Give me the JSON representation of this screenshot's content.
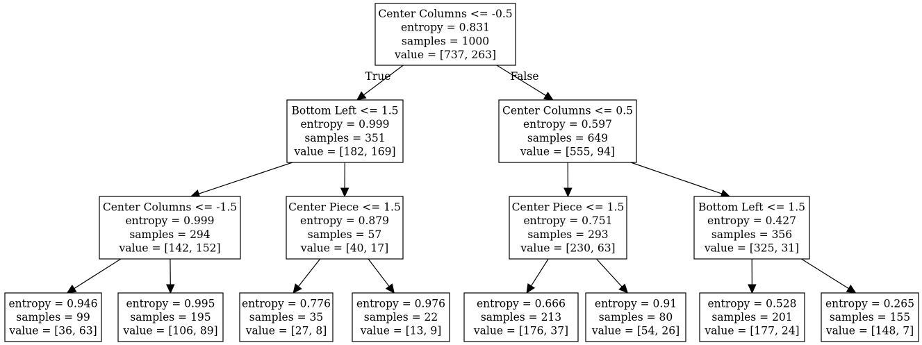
{
  "tree": {
    "edge_labels": {
      "true_branch": "True",
      "false_branch": "False"
    },
    "nodes": [
      {
        "id": "n0",
        "lines": [
          "Center Columns <= -0.5",
          "entropy = 0.831",
          "samples = 1000",
          "value = [737, 263]"
        ]
      },
      {
        "id": "n1",
        "lines": [
          "Bottom Left <= 1.5",
          "entropy = 0.999",
          "samples = 351",
          "value = [182, 169]"
        ]
      },
      {
        "id": "n2",
        "lines": [
          "Center Columns <= 0.5",
          "entropy = 0.597",
          "samples = 649",
          "value = [555, 94]"
        ]
      },
      {
        "id": "n3",
        "lines": [
          "Center Columns <= -1.5",
          "entropy = 0.999",
          "samples = 294",
          "value = [142, 152]"
        ]
      },
      {
        "id": "n4",
        "lines": [
          "Center Piece <= 1.5",
          "entropy = 0.879",
          "samples = 57",
          "value = [40, 17]"
        ]
      },
      {
        "id": "n5",
        "lines": [
          "Center Piece <= 1.5",
          "entropy = 0.751",
          "samples = 293",
          "value = [230, 63]"
        ]
      },
      {
        "id": "n6",
        "lines": [
          "Bottom Left <= 1.5",
          "entropy = 0.427",
          "samples = 356",
          "value = [325, 31]"
        ]
      },
      {
        "id": "n7",
        "lines": [
          "entropy = 0.946",
          "samples = 99",
          "value = [36, 63]"
        ]
      },
      {
        "id": "n8",
        "lines": [
          "entropy = 0.995",
          "samples = 195",
          "value = [106, 89]"
        ]
      },
      {
        "id": "n9",
        "lines": [
          "entropy = 0.776",
          "samples = 35",
          "value = [27, 8]"
        ]
      },
      {
        "id": "n10",
        "lines": [
          "entropy = 0.976",
          "samples = 22",
          "value = [13, 9]"
        ]
      },
      {
        "id": "n11",
        "lines": [
          "entropy = 0.666",
          "samples = 213",
          "value = [176, 37]"
        ]
      },
      {
        "id": "n12",
        "lines": [
          "entropy = 0.91",
          "samples = 80",
          "value = [54, 26]"
        ]
      },
      {
        "id": "n13",
        "lines": [
          "entropy = 0.528",
          "samples = 201",
          "value = [177, 24]"
        ]
      },
      {
        "id": "n14",
        "lines": [
          "entropy = 0.265",
          "samples = 155",
          "value = [148, 7]"
        ]
      }
    ],
    "edges": [
      [
        "n0",
        "n1"
      ],
      [
        "n0",
        "n2"
      ],
      [
        "n1",
        "n3"
      ],
      [
        "n1",
        "n4"
      ],
      [
        "n2",
        "n5"
      ],
      [
        "n2",
        "n6"
      ],
      [
        "n3",
        "n7"
      ],
      [
        "n3",
        "n8"
      ],
      [
        "n4",
        "n9"
      ],
      [
        "n4",
        "n10"
      ],
      [
        "n5",
        "n11"
      ],
      [
        "n5",
        "n12"
      ],
      [
        "n6",
        "n13"
      ],
      [
        "n6",
        "n14"
      ]
    ]
  }
}
